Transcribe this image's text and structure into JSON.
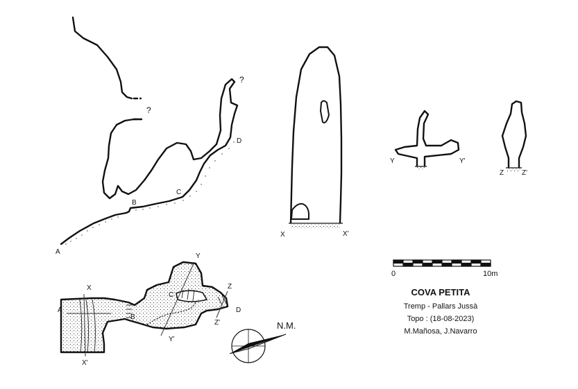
{
  "title": "COVA PETITA",
  "location": "Tremp - Pallars Jussà",
  "survey_date": "Topo : (18-08-2023)",
  "authors": "M.Mañosa, J.Navarro",
  "north_label": "N.M.",
  "scale": {
    "start": "0",
    "end": "10m"
  },
  "profile_labels": {
    "a": "A",
    "b": "B",
    "c": "C",
    "d": "D",
    "unknown_1": "?",
    "unknown_2": "?"
  },
  "section_labels": {
    "x": "X",
    "x_prime": "X'",
    "y": "Y",
    "y_prime": "Y'",
    "z": "Z",
    "z_prime": "Z'"
  },
  "plan_labels": {
    "a": "A",
    "b": "B",
    "c": "C",
    "d": "D",
    "x": "X",
    "x_prime": "X'",
    "y": "Y",
    "y_prime": "Y'",
    "z": "Z",
    "z_prime": "Z'"
  }
}
